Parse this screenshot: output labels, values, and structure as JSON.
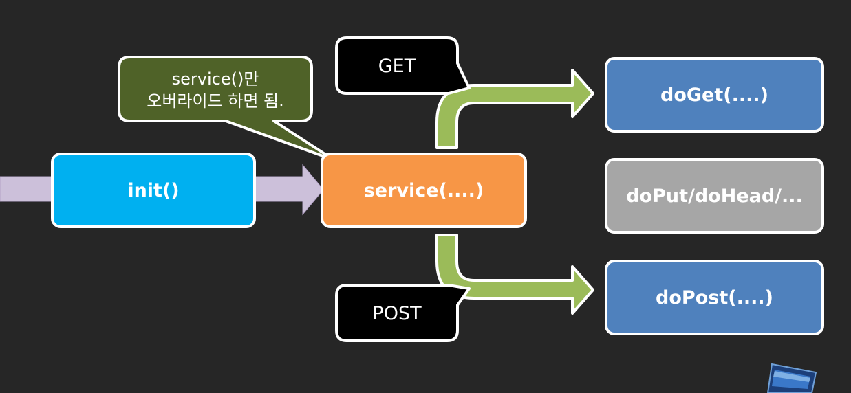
{
  "colors": {
    "background": "#262626",
    "init_fill": "#00b0f0",
    "service_fill": "#f79646",
    "method_fill": "#4f81bd",
    "other_fill": "#a6a6a6",
    "green_arrow": "#9bbb59",
    "purple_arrow": "#ccc0da",
    "note_fill": "#4f6228",
    "label_fill": "#000000",
    "border": "#ffffff"
  },
  "nodes": {
    "init": "init()",
    "service": "service(....)",
    "do_get": "doGet(....)",
    "do_put": "doPut/doHead/...",
    "do_post": "doPost(....)"
  },
  "labels": {
    "get": "GET",
    "post": "POST"
  },
  "note": {
    "line1": "service()만",
    "line2": "오버라이드 하면 됨."
  }
}
